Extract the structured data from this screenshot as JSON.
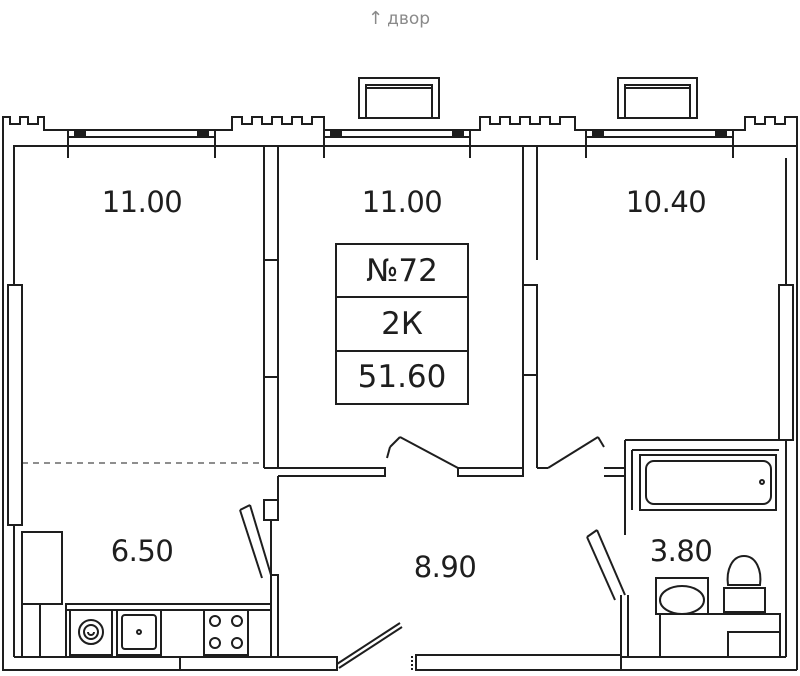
{
  "compass": {
    "arrow": "↑",
    "label": "двор"
  },
  "apartment": {
    "number": "№72",
    "type": "2К",
    "total_area": "51.60"
  },
  "rooms": [
    {
      "id": "bedroom-left",
      "area": "11.00"
    },
    {
      "id": "bedroom-middle",
      "area": "11.00"
    },
    {
      "id": "bedroom-right",
      "area": "10.40"
    },
    {
      "id": "kitchen",
      "area": "6.50"
    },
    {
      "id": "hallway",
      "area": "8.90"
    },
    {
      "id": "bathroom",
      "area": "3.80"
    }
  ],
  "colors": {
    "wall": "#1e1e1e",
    "background": "#ffffff",
    "compass": "#8a8a8a"
  }
}
